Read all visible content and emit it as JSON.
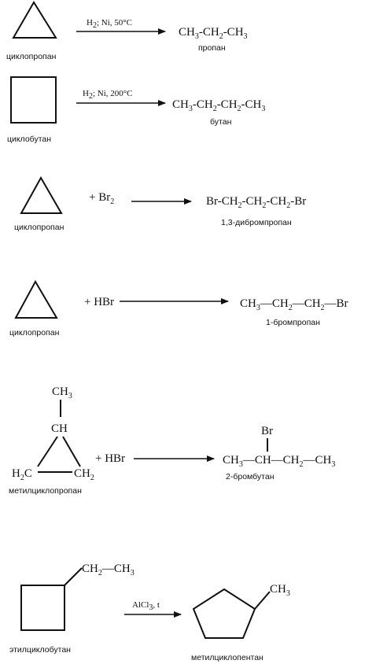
{
  "colors": {
    "ink": "#111111",
    "background": "#ffffff"
  },
  "reactions": [
    {
      "reactant_label": "циклопропан",
      "condition": "H2; Ni, 50°C",
      "product": "CH3-CH2-CH3",
      "product_label": "пропан"
    },
    {
      "reactant_label": "циклобутан",
      "condition": "H2; Ni, 200°C",
      "product": "CH3-CH2-CH2-CH3",
      "product_label": "бутан"
    },
    {
      "reactant_label": "циклопропан",
      "reagent": "+ Br2",
      "product": "Br-CH2-CH2-CH2-Br",
      "product_label": "1,3-дибромпропан"
    },
    {
      "reactant_label": "циклопропан",
      "reagent": "+ HBr",
      "product": "CH3—CH2—CH2—Br",
      "product_label": "1-бромпропан"
    },
    {
      "reactant_top": "CH3",
      "reactant_ch": "CH",
      "reactant_h2c": "H2C",
      "reactant_ch2": "CH2",
      "reactant_label": "метилциклопропан",
      "reagent": "+ HBr",
      "product_br": "Br",
      "product": "CH3—CH—CH2—CH3",
      "product_label": "2-бромбутан"
    },
    {
      "substituent": "CH2—CH3",
      "reactant_label": "этилциклобутан",
      "condition": "AlCl3, t",
      "product_substituent": "CH3",
      "product_label": "метилциклопентан"
    }
  ]
}
